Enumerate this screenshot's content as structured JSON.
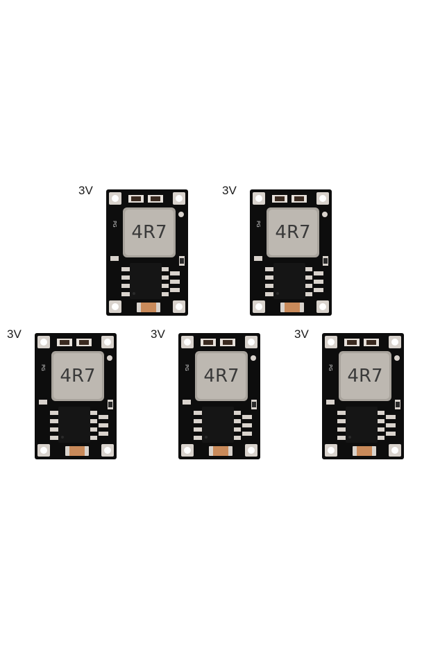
{
  "modules": [
    {
      "voltage_label": "3V",
      "inductor_marking": "4R7",
      "silk_marking": "PG"
    },
    {
      "voltage_label": "3V",
      "inductor_marking": "4R7",
      "silk_marking": "PG"
    },
    {
      "voltage_label": "3V",
      "inductor_marking": "4R7",
      "silk_marking": "PG"
    },
    {
      "voltage_label": "3V",
      "inductor_marking": "4R7",
      "silk_marking": "PG"
    },
    {
      "voltage_label": "3V",
      "inductor_marking": "4R7",
      "silk_marking": "PG"
    }
  ],
  "colors": {
    "pcb": "#0d0d0d",
    "inductor": "#b9b4ad",
    "pad": "#d8d2cc",
    "capacitor": "#c98a5a",
    "ic": "#151515"
  }
}
